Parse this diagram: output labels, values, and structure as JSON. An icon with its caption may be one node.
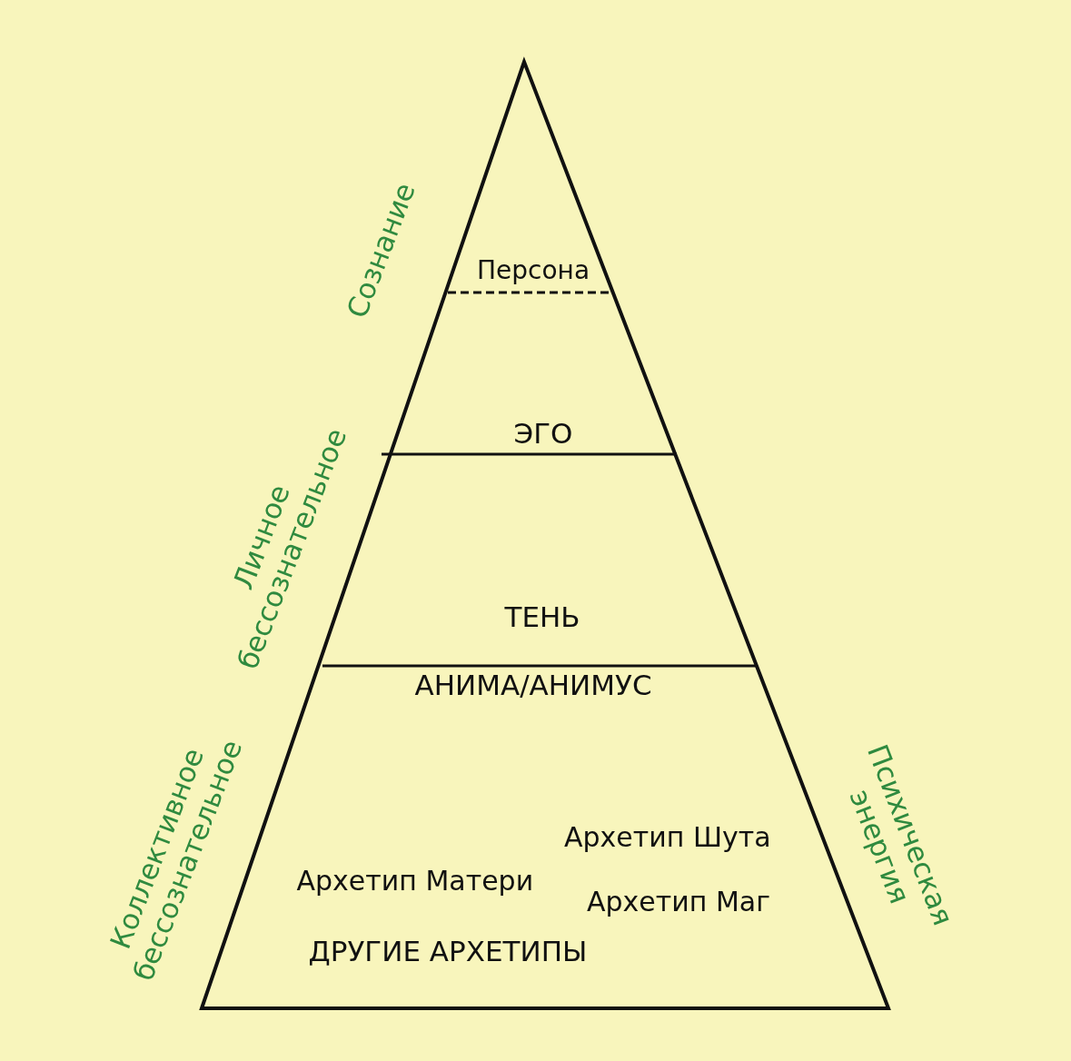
{
  "diagram": {
    "labels": [
      "Сознание",
      "Персона",
      "Личное бессознательное",
      "ЭГО",
      "ТЕНЬ",
      "АНИМА/АНИМУС",
      "Коллективное бессознательное",
      "Психическая энергия",
      "Архетип Шута",
      "Архетип Матери",
      "Архетип Маг",
      "ДРУГИЕ АРХЕТИПЫ"
    ]
  }
}
